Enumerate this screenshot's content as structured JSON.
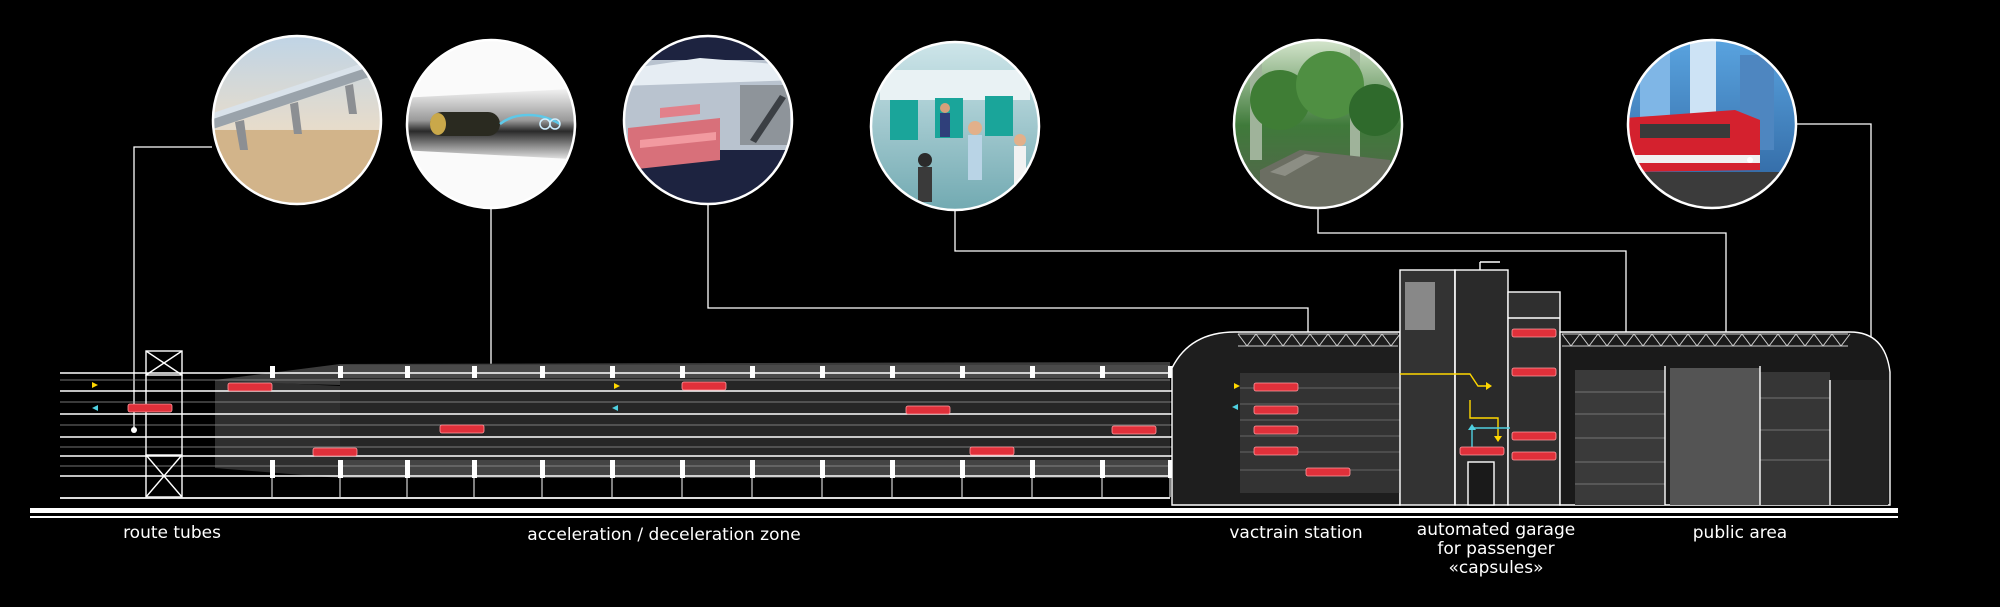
{
  "colors": {
    "background": "#000000",
    "line": "#ffffff",
    "capsule": "#e0303a",
    "flow_arrow": "#ffd700",
    "flow_arrow_alt": "#4fd0e0",
    "tube_fill": "#3c3c3c"
  },
  "vignettes": [
    {
      "id": "elevated-route",
      "icon": "elevated-tube-desert-photo"
    },
    {
      "id": "pod-in-tube",
      "icon": "capsule-in-tube-photo"
    },
    {
      "id": "station-interior",
      "icon": "station-platform-photo"
    },
    {
      "id": "check-in-hall",
      "icon": "terminal-passengers-photo"
    },
    {
      "id": "indoor-garden",
      "icon": "garden-atrium-photo"
    },
    {
      "id": "city-train",
      "icon": "urban-train-photo"
    }
  ],
  "zones": [
    {
      "id": "route-tubes",
      "lines": [
        "route tubes"
      ]
    },
    {
      "id": "accel-zone",
      "lines": [
        "acceleration / deceleration zone"
      ]
    },
    {
      "id": "vactrain-station",
      "lines": [
        "vactrain station"
      ]
    },
    {
      "id": "automated-garage",
      "lines": [
        "automated garage",
        "for passenger",
        "«capsules»"
      ]
    },
    {
      "id": "public-area",
      "lines": [
        "public area"
      ]
    }
  ]
}
